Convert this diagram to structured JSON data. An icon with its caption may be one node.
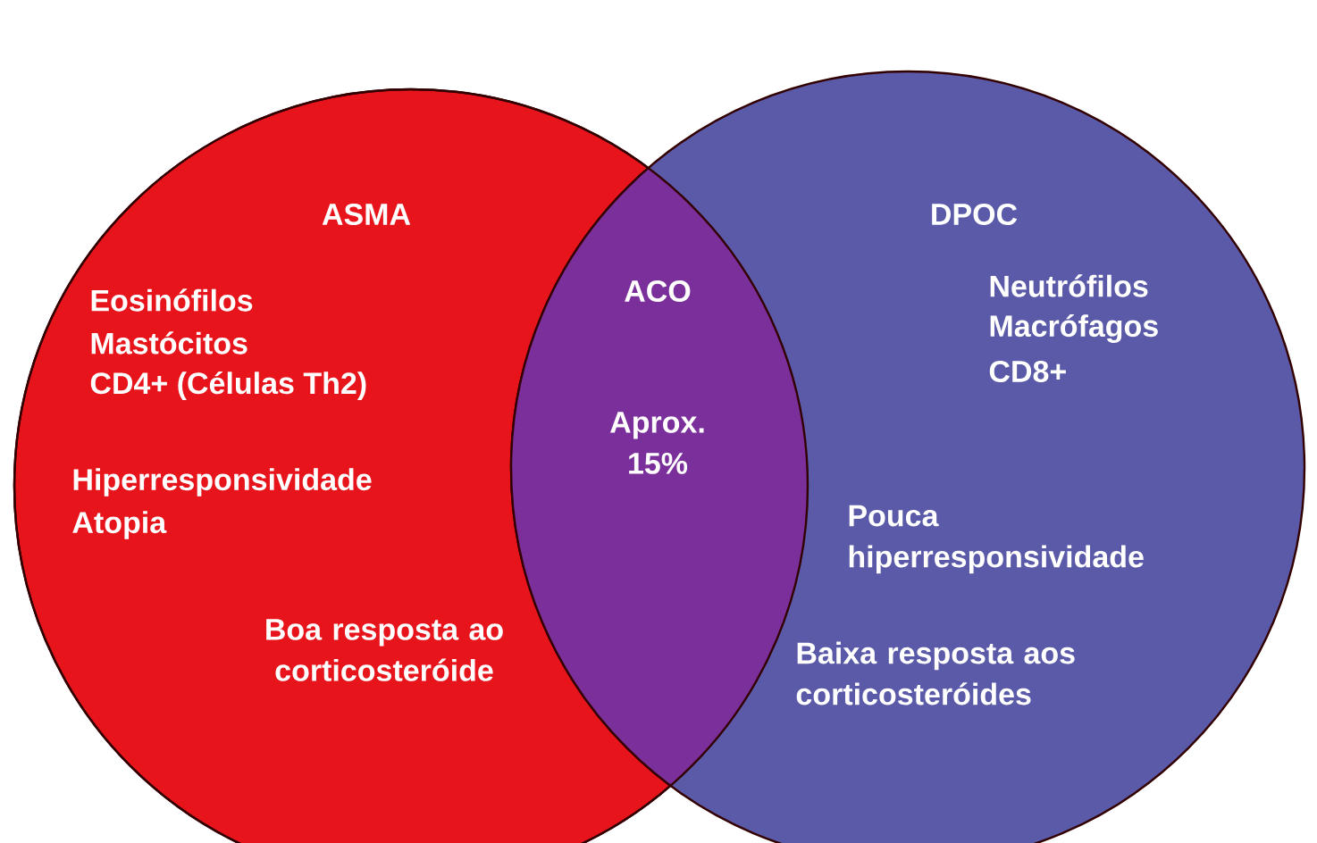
{
  "diagram": {
    "nodes": [
      {
        "text": [
          "ASMA",
          "Eosinófilos",
          "Mastócitos",
          "CD4+ (Células Th2)",
          "Hiperresponsividade",
          "Atopia",
          "Boa resposta ao corticosteróide"
        ]
      },
      {
        "text": [
          "DPOC",
          "Neutrófilos",
          "Macrófagos",
          "CD8+",
          "Pouca hiperresponsividade",
          "Baixa resposta aos corticosteróides"
        ]
      },
      {
        "text": [
          "ACO",
          "Aprox. 15%"
        ]
      }
    ]
  }
}
